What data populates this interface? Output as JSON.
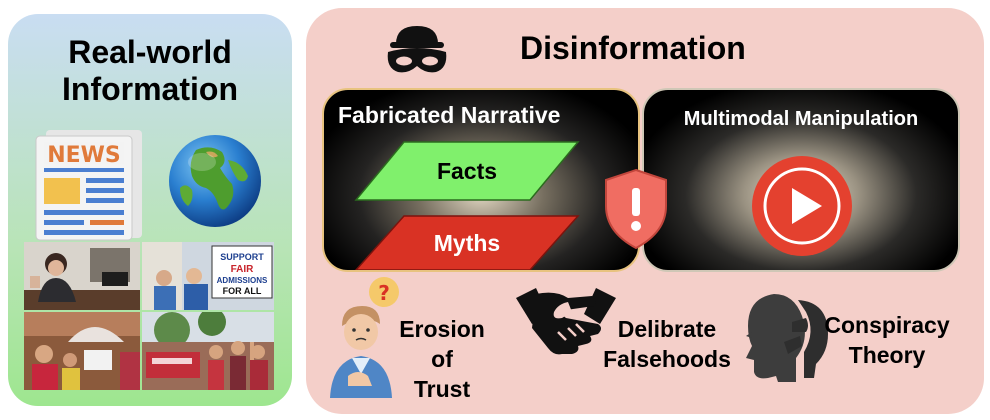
{
  "left": {
    "title_line1": "Real-world",
    "title_line2": "Information",
    "news_label": "NEWS"
  },
  "right": {
    "title": "Disinformation",
    "fabricated": {
      "title": "Fabricated Narrative",
      "facts": "Facts",
      "myths": "Myths"
    },
    "multimodal": {
      "title": "Multimodal Manipulation"
    },
    "bottom": {
      "erosion_line1": "Erosion of",
      "erosion_line2": "Trust",
      "falsehoods_line1": "Delibrate",
      "falsehoods_line2": "Falsehoods",
      "conspiracy_line1": "Conspiracy",
      "conspiracy_line2": "Theory"
    }
  },
  "colors": {
    "facts": "#80f06c",
    "myths": "#d93224",
    "shield": "#f06d62",
    "play": "#e4412f"
  },
  "icons": [
    "newspaper-icon",
    "globe-icon",
    "burglar-mask-icon",
    "shield-alert-icon",
    "play-icon",
    "confused-person-icon",
    "handshake-icon",
    "whisper-icon"
  ]
}
